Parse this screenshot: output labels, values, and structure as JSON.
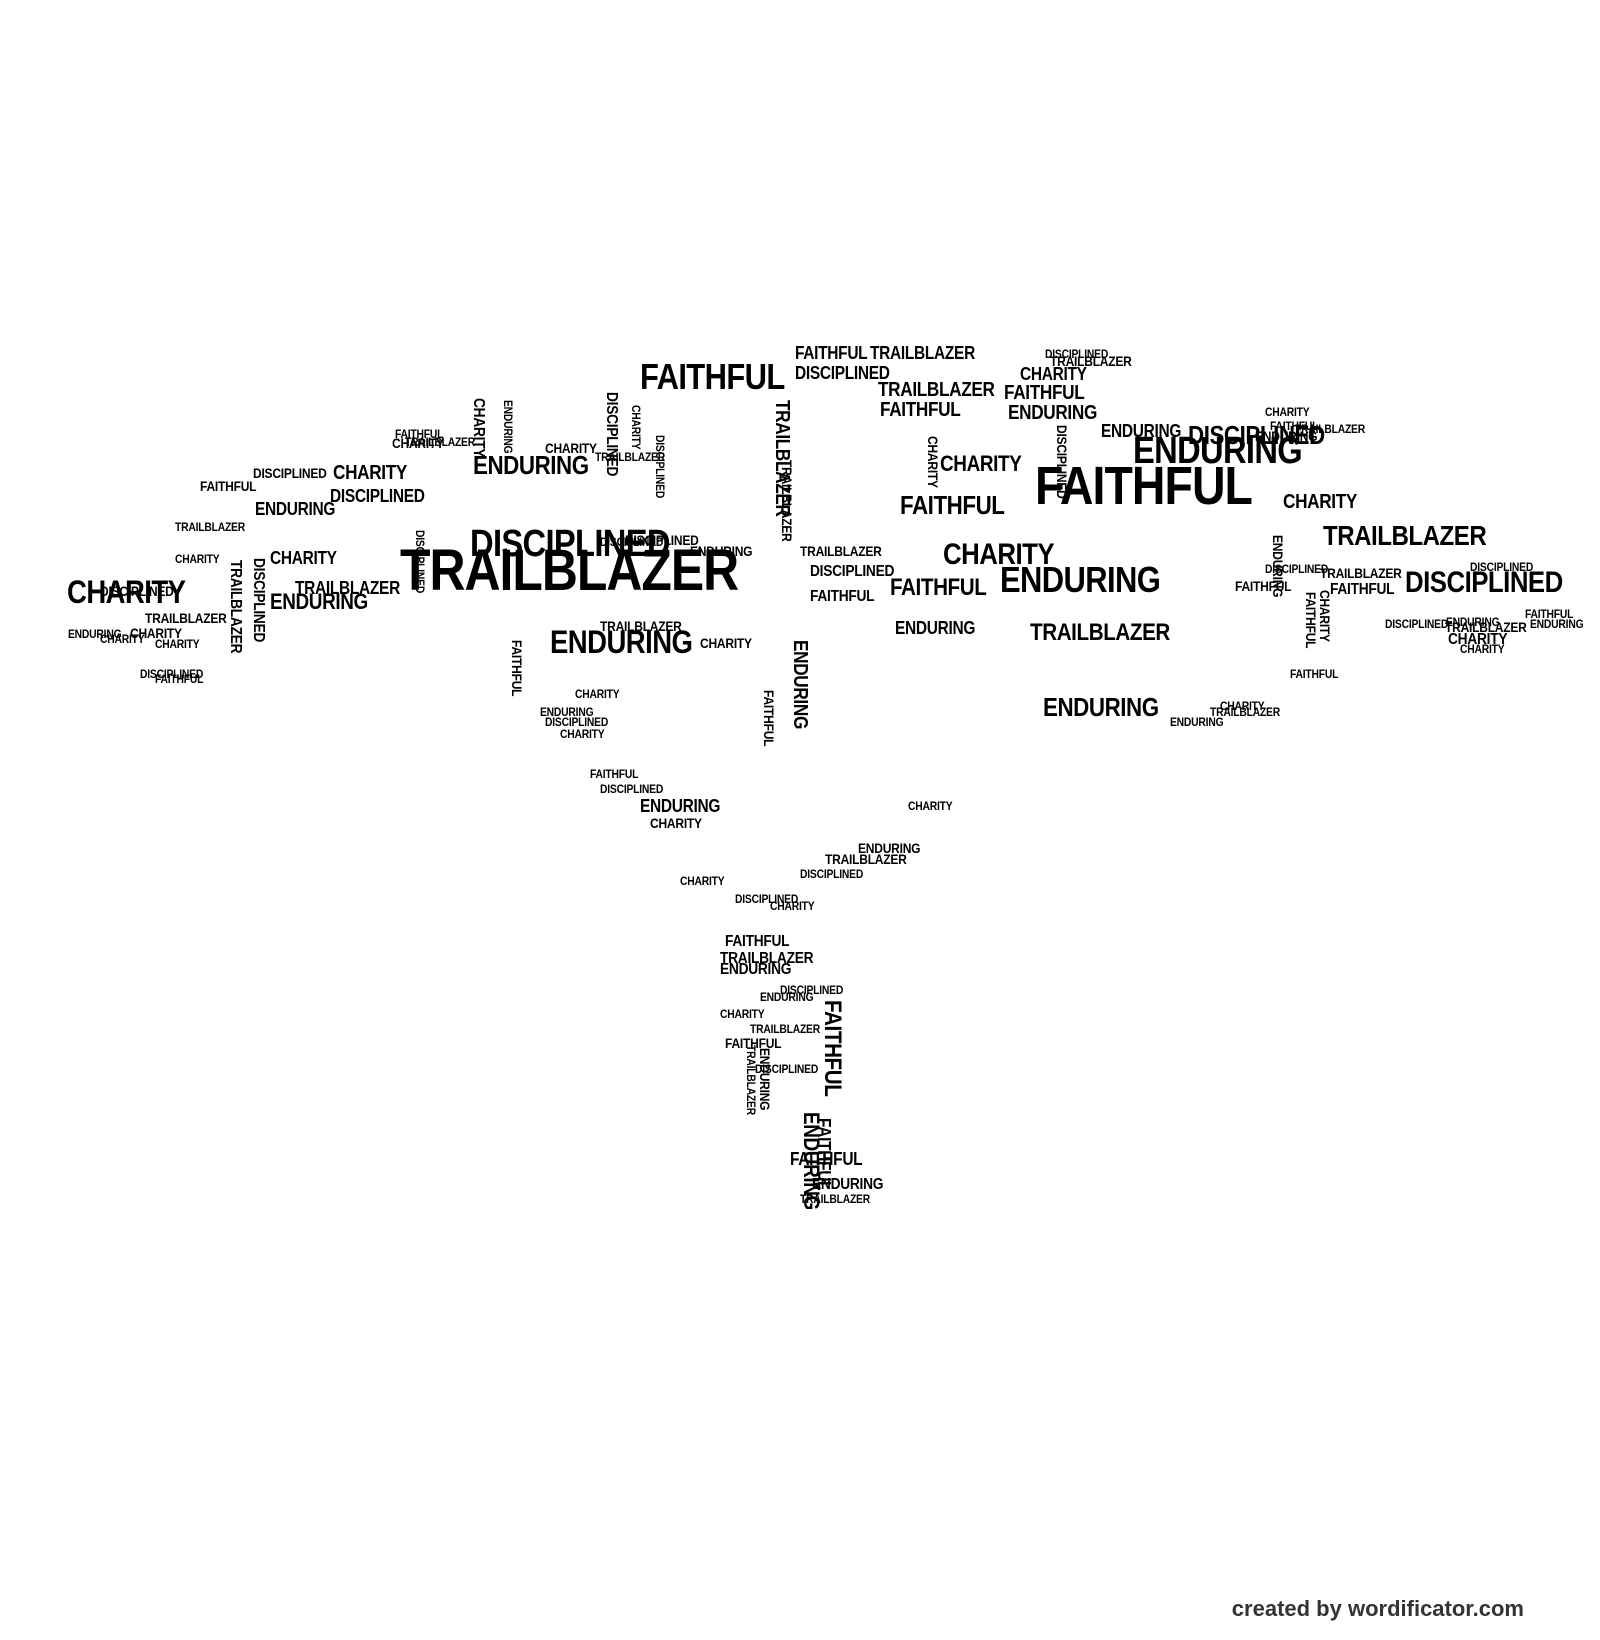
{
  "words": [
    "FAITHFUL",
    "TRAILBLAZER",
    "DISCIPLINED",
    "ENDURING",
    "CHARITY"
  ],
  "credit": "created by wordificator.com",
  "colors": {
    "text": "#000000",
    "background": "#ffffff",
    "credit": "#333333"
  }
}
